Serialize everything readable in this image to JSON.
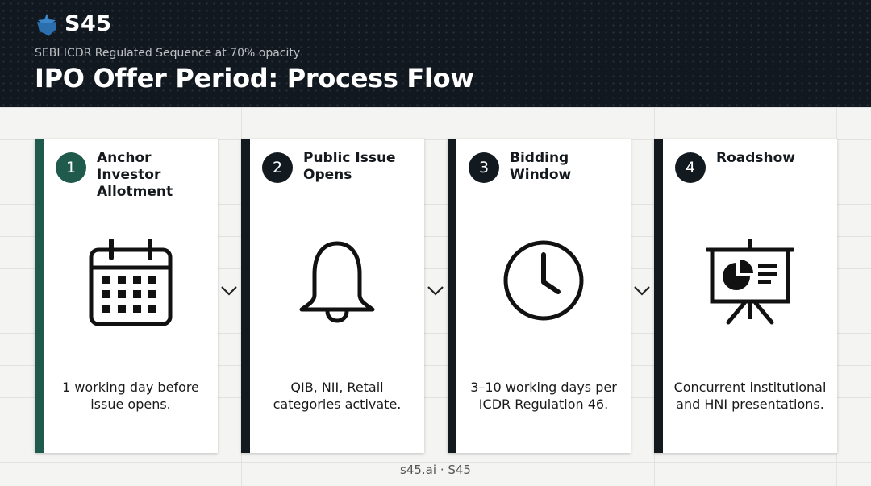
{
  "header": {
    "brand": "S45",
    "subtitle": "SEBI ICDR Regulated Sequence at 70% opacity",
    "title": "IPO Offer Period: Process Flow"
  },
  "steps": [
    {
      "number": "1",
      "title": "Anchor Investor Allotment",
      "icon": "calendar-icon",
      "description": "1 working day before issue opens."
    },
    {
      "number": "2",
      "title": "Public Issue Opens",
      "icon": "bell-icon",
      "description": "QIB, NII, Retail categories activate."
    },
    {
      "number": "3",
      "title": "Bidding Window",
      "icon": "clock-icon",
      "description": "3–10 working days per ICDR Regulation 46."
    },
    {
      "number": "4",
      "title": "Roadshow",
      "icon": "presentation-icon",
      "description": "Concurrent institutional and HNI presentations."
    }
  ],
  "footer": {
    "text": "s45.ai · S45"
  },
  "colors": {
    "header_bg": "#111820",
    "accent": "#1f5a4c",
    "dark": "#121a20"
  }
}
